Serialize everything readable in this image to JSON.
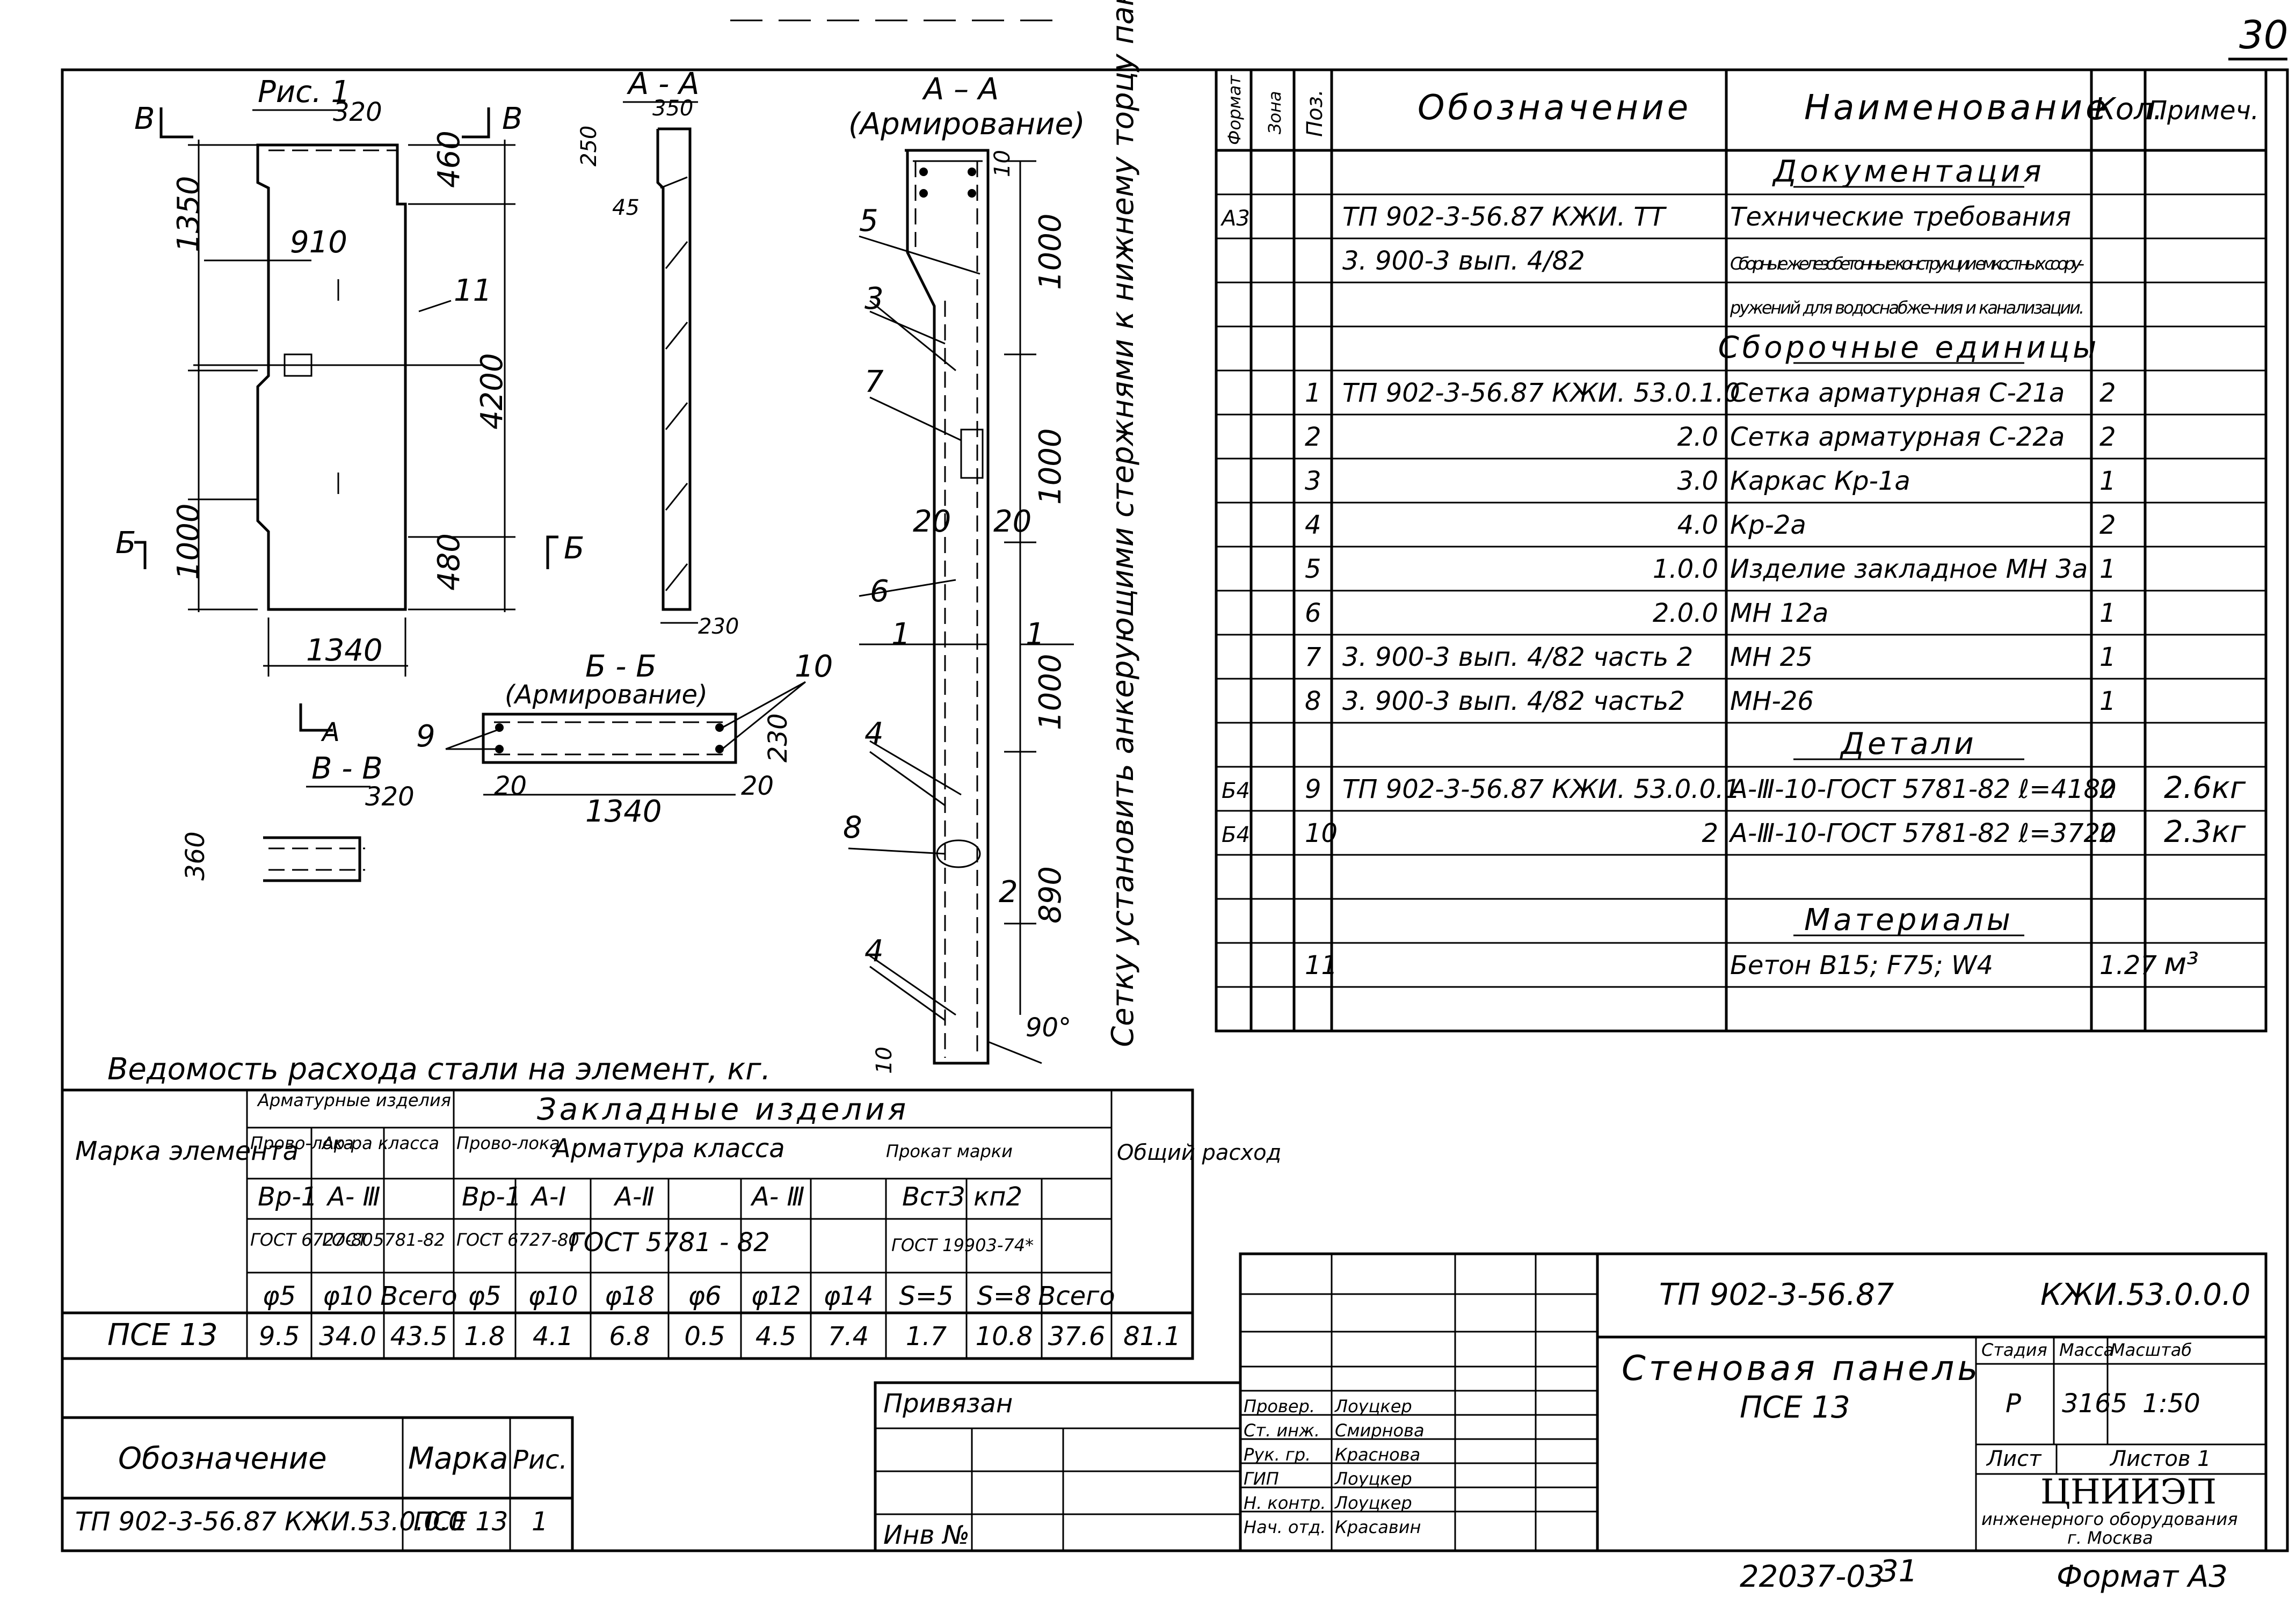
{
  "sheet": {
    "number": "30",
    "archive": "22037-03",
    "sheet_num": "31",
    "format": "Формат А3"
  },
  "figure": {
    "title": "Рис. 1",
    "sec_aa": "А - А",
    "sec_aa_arm": "А – А",
    "sec_aa_arm_sub": "(Армирование)",
    "sec_bb": "Б - Б",
    "sec_bb_sub": "(Армирование)",
    "sec_vv": "В - В",
    "mark_b": "Б",
    "mark_v": "В",
    "mark_a": "А",
    "dims": {
      "d1350": "1350",
      "d910": "910",
      "d4200": "4200",
      "d1000": "1000",
      "d1340": "1340",
      "d320": "320",
      "d460": "460",
      "d480": "480",
      "d350": "350",
      "d250": "250",
      "d45": "45",
      "d230": "230",
      "d20": "20",
      "d10": "10",
      "d890": "890",
      "d90": "90°",
      "d360": "360",
      "d2": "2"
    },
    "positions": [
      "1",
      "2",
      "3",
      "4",
      "5",
      "6",
      "7",
      "8",
      "9",
      "10",
      "11"
    ],
    "note": "Сетку установить анкерующими стержнями к нижнему торцу панели."
  },
  "spec": {
    "headers": {
      "format": "Формат",
      "zone": "Зона",
      "pos": "Поз.",
      "designation": "Обозначение",
      "name": "Наименование",
      "qty": "Кол.",
      "note": "Примеч."
    },
    "rows": [
      {
        "format": "",
        "pos": "",
        "designation": "",
        "name": "Документация",
        "qty": "",
        "note": "",
        "section": true
      },
      {
        "format": "А3",
        "pos": "",
        "designation": "ТП 902-3-56.87   КЖИ. ТТ",
        "name": "Технические требования",
        "qty": "",
        "note": ""
      },
      {
        "format": "",
        "pos": "",
        "designation": "3. 900-3  вып. 4/82",
        "name": "Сборные железобетонные конструкции емкостных соору-",
        "qty": "",
        "note": ""
      },
      {
        "format": "",
        "pos": "",
        "designation": "",
        "name": "ружений для водоснабже-ния и канализации.",
        "qty": "",
        "note": ""
      },
      {
        "format": "",
        "pos": "",
        "designation": "",
        "name": "Сборочные единицы",
        "qty": "",
        "note": "",
        "section": true
      },
      {
        "format": "",
        "pos": "1",
        "designation": "ТП 902-3-56.87  КЖИ. 53.0.1.0",
        "name": "Сетка арматурная   С-21а",
        "qty": "2",
        "note": ""
      },
      {
        "format": "",
        "pos": "2",
        "designation": "2.0",
        "name": "Сетка арматурная   С-22а",
        "qty": "2",
        "note": ""
      },
      {
        "format": "",
        "pos": "3",
        "designation": "3.0",
        "name": "Каркас   Кр-1а",
        "qty": "1",
        "note": ""
      },
      {
        "format": "",
        "pos": "4",
        "designation": "4.0",
        "name": "Кр-2а",
        "qty": "2",
        "note": ""
      },
      {
        "format": "",
        "pos": "5",
        "designation": "1.0.0",
        "name": "Изделие закладное  МН 3а",
        "qty": "1",
        "note": ""
      },
      {
        "format": "",
        "pos": "6",
        "designation": "2.0.0",
        "name": "МН 12а",
        "qty": "1",
        "note": ""
      },
      {
        "format": "",
        "pos": "7",
        "designation": "3. 900-3  вып. 4/82  часть 2",
        "name": "МН 25",
        "qty": "1",
        "note": ""
      },
      {
        "format": "",
        "pos": "8",
        "designation": "3. 900-3  вып. 4/82  часть2",
        "name": "МН-26",
        "qty": "1",
        "note": ""
      },
      {
        "format": "",
        "pos": "",
        "designation": "",
        "name": "Детали",
        "qty": "",
        "note": "",
        "section": true
      },
      {
        "format": "Б4",
        "pos": "9",
        "designation": "ТП 902-3-56.87  КЖИ. 53.0.0.1",
        "name": "А-Ⅲ-10-ГОСТ 5781-82  ℓ=4180",
        "qty": "2",
        "note": "2.6кг"
      },
      {
        "format": "Б4",
        "pos": "10",
        "designation": "2",
        "name": "А-Ⅲ-10-ГОСТ 5781-82  ℓ=3720",
        "qty": "2",
        "note": "2.3кг"
      },
      {
        "format": "",
        "pos": "",
        "designation": "",
        "name": "",
        "qty": "",
        "note": ""
      },
      {
        "format": "",
        "pos": "",
        "designation": "",
        "name": "Материалы",
        "qty": "",
        "note": "",
        "section": true
      },
      {
        "format": "",
        "pos": "11",
        "designation": "",
        "name": "Бетон  В15; F75; W4",
        "qty": "1.27",
        "note": "м³"
      },
      {
        "format": "",
        "pos": "",
        "designation": "",
        "name": "",
        "qty": "",
        "note": ""
      }
    ]
  },
  "steel": {
    "title": "Ведомость расхода стали на элемент, кг.",
    "h_mark": "Марка элемента",
    "h_arm": "Арматурные изделия",
    "h_zakl": "Закладные   изделия",
    "h_total": "Общий расход",
    "h_wire": "Прово-лока",
    "h_armcls": "Ар-ра класса",
    "h_armcls2": "Арматура   класса",
    "h_prokat": "Прокат марки",
    "h_vr1": "Вр-1",
    "h_a3": "А- Ⅲ",
    "h_a1": "А-Ⅰ",
    "h_a2": "А-Ⅱ",
    "h_vst": "Вст3 кп2",
    "h_gost6727": "ГОСТ 6727-80",
    "h_gost5781": "ГОСТ 5781-82",
    "h_gost5781b": "ГОСТ   5781 - 82",
    "h_gost19903": "ГОСТ 19903-74*",
    "h_all": "Всего",
    "sizes": [
      "φ5",
      "φ10",
      "Всего",
      "φ5",
      "φ10",
      "φ18",
      "φ6",
      "φ12",
      "φ14",
      "S=5",
      "S=8",
      "Всего"
    ],
    "row": {
      "mark": "ПСЕ 13",
      "values": [
        "9.5",
        "34.0",
        "43.5",
        "1.8",
        "4.1",
        "6.8",
        "0.5",
        "4.5",
        "7.4",
        "1.7",
        "10.8",
        "37.6",
        "81.1"
      ]
    }
  },
  "marks_table": {
    "headers": [
      "Обозначение",
      "Марка",
      "Рис."
    ],
    "row": [
      "ТП 902-3-56.87  КЖИ.53.0.0.0",
      "ПСЕ 13",
      "1"
    ]
  },
  "stamp": {
    "privyazan": "Привязан",
    "inv": "Инв №",
    "code": "ТП  902-3-56.87",
    "doc": "КЖИ.53.0.0.0",
    "title_line1": "Стеновая   панель",
    "title_line2": "ПСЕ 13",
    "stage_h": "Стадия",
    "mass_h": "Масса",
    "scale_h": "Масштаб",
    "stage": "Р",
    "mass": "3165",
    "scale": "1:50",
    "sheet_h": "Лист",
    "sheets_h": "Листов 1",
    "org1": "ЦНИИЭП",
    "org2": "инженерного оборудования",
    "org3": "г. Москва",
    "people": [
      {
        "role": "Провер.",
        "name": "Лоуцкер"
      },
      {
        "role": "Ст. инж.",
        "name": "Смирнова"
      },
      {
        "role": "Рук. гр.",
        "name": "Краснова"
      },
      {
        "role": "ГИП",
        "name": "Лоуцкер"
      },
      {
        "role": "Н. контр.",
        "name": "Лоуцкер"
      },
      {
        "role": "Нач. отд.",
        "name": "Красавин"
      }
    ]
  }
}
